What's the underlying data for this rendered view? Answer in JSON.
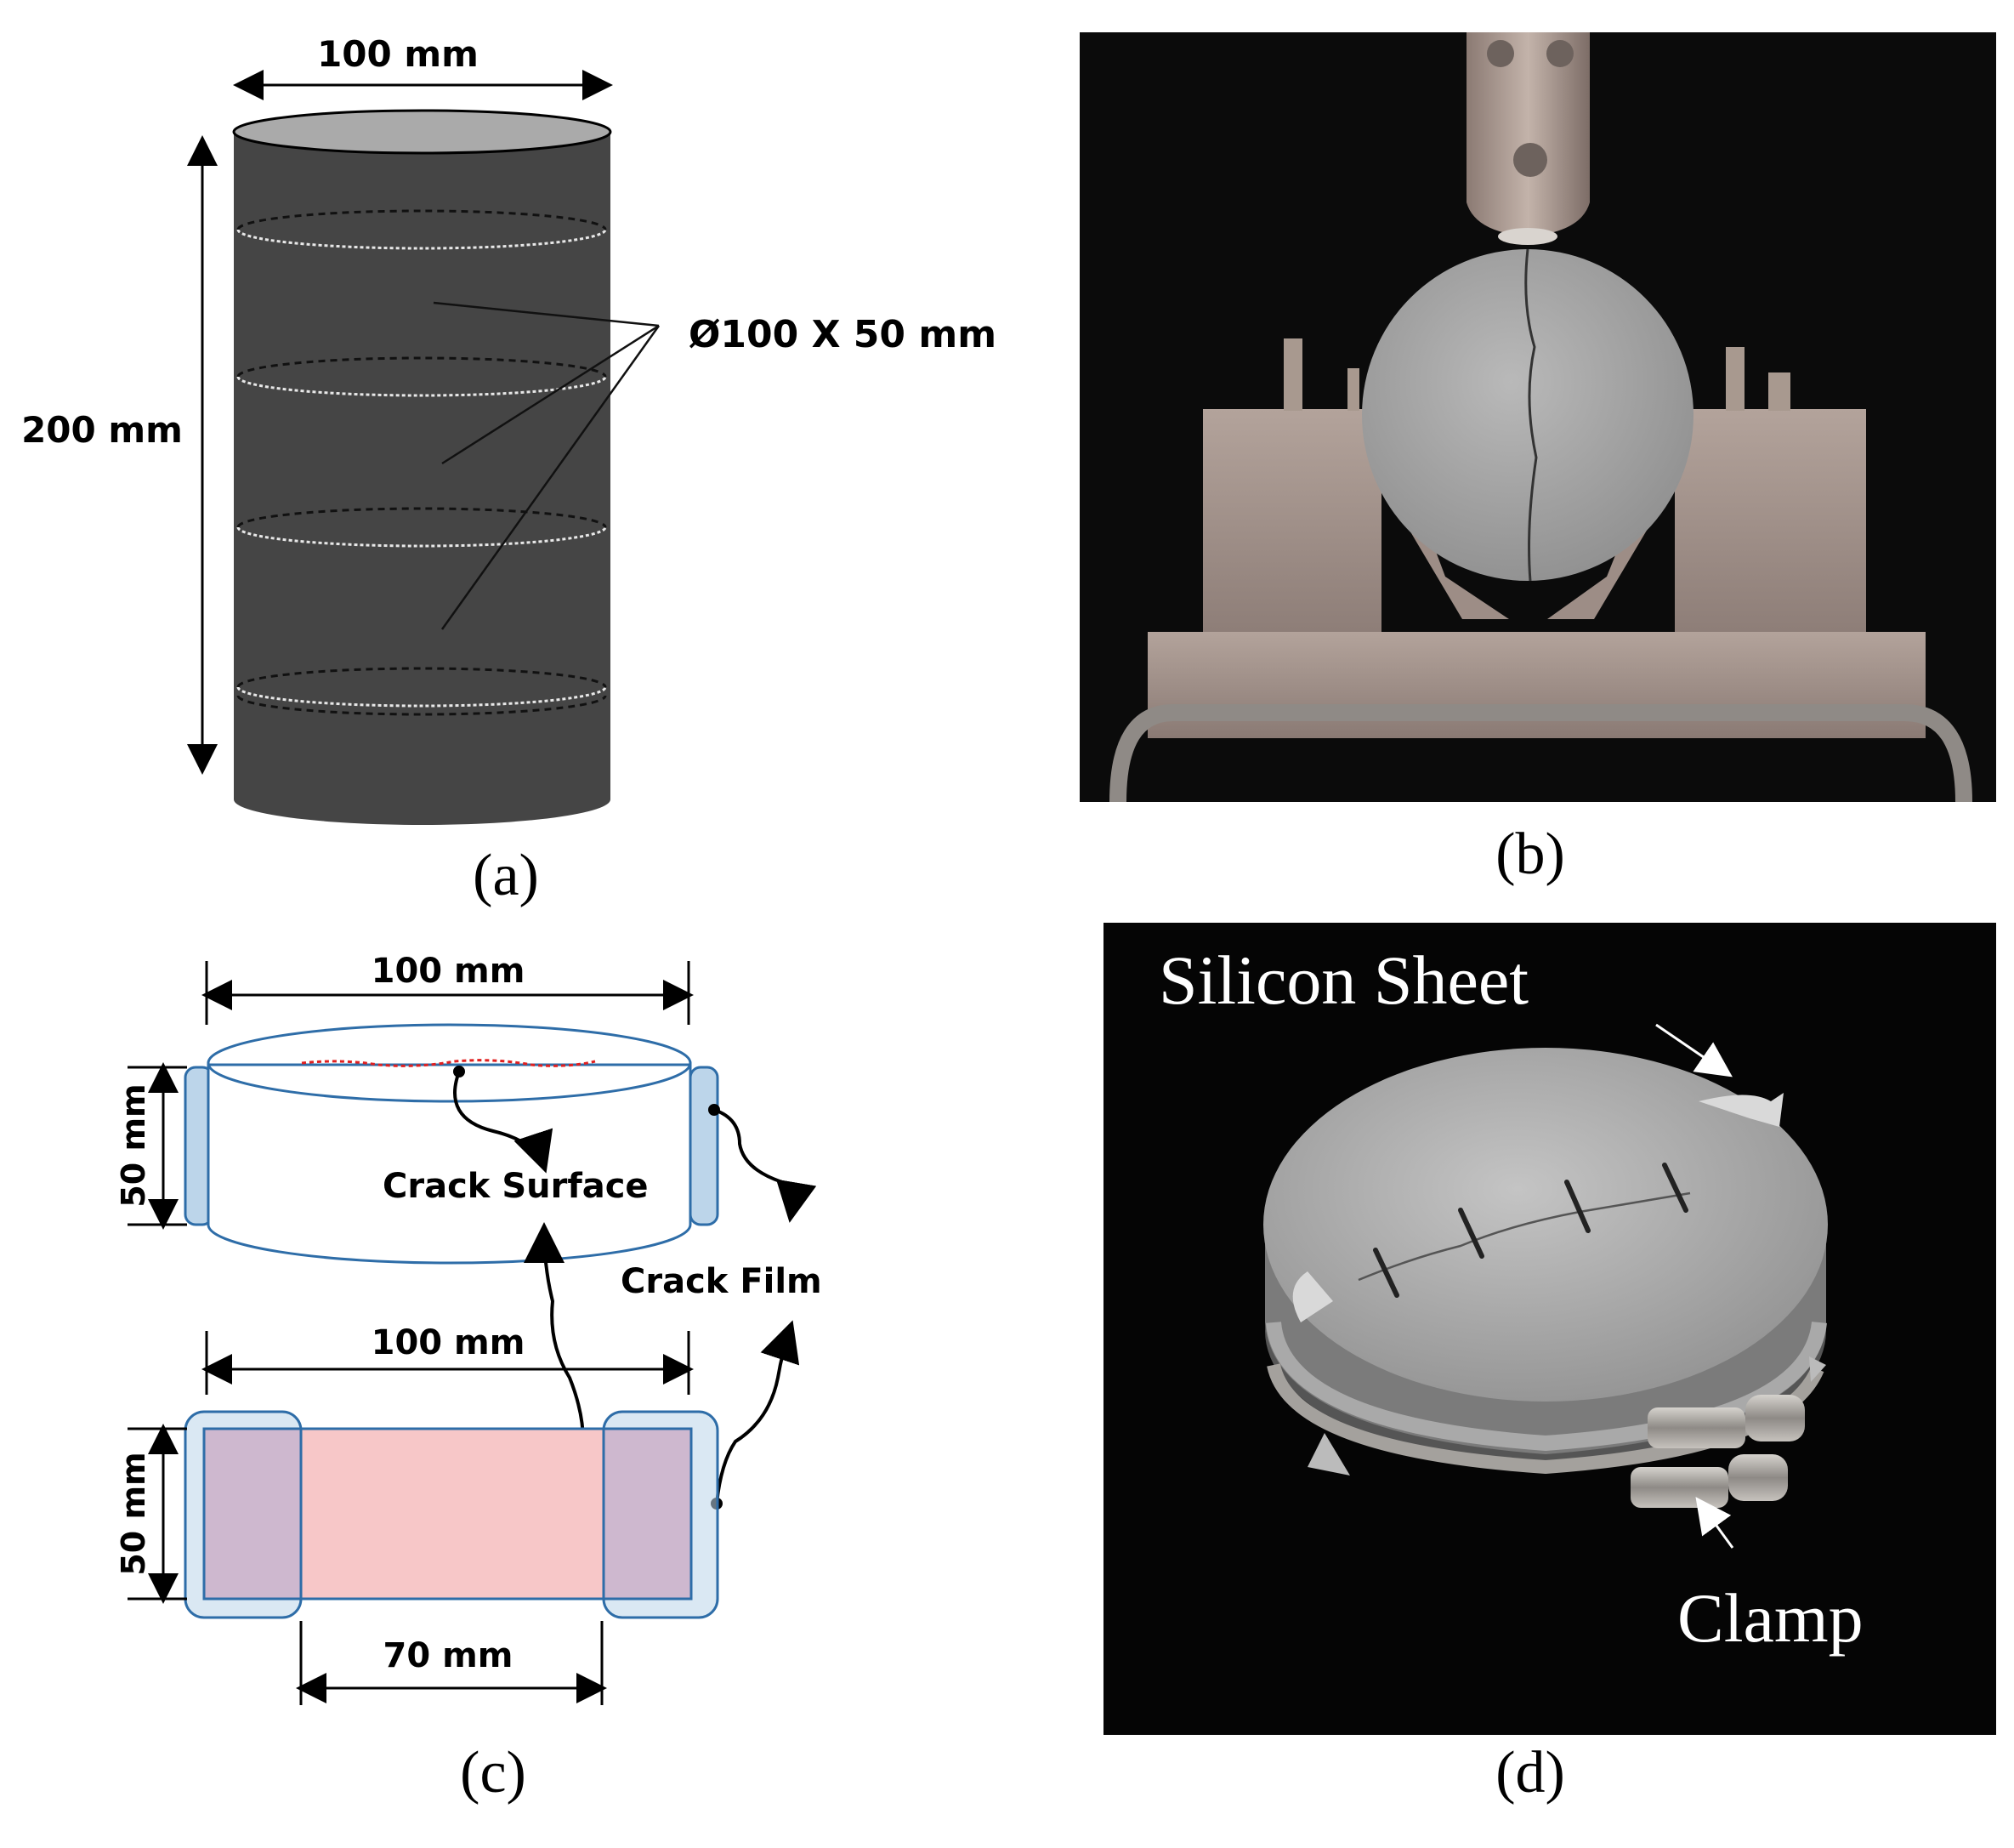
{
  "panel_a": {
    "width_label": "100 mm",
    "height_label": "200 mm",
    "slice_label": "Ø100 X 50 mm",
    "caption": "(a)"
  },
  "panel_b": {
    "caption": "(b)"
  },
  "panel_c": {
    "top_width_label": "100 mm",
    "top_height_label": "50 mm",
    "crack_surface_label": "Crack Surface",
    "crack_film_label": "Crack Film",
    "bottom_width_label": "100 mm",
    "bottom_height_label": "50 mm",
    "gap_label": "70 mm",
    "caption": "(c)"
  },
  "panel_d": {
    "silicon_label": "Silicon Sheet",
    "clamp_label": "Clamp",
    "caption": "(d)"
  },
  "colors": {
    "cylinder": "#454545",
    "film": "#bcd5ea",
    "film_border": "#2e6da8",
    "crack_surface": "#f7c7c8",
    "overlap": "#ccb4cc",
    "crack_line": "#e02020"
  }
}
